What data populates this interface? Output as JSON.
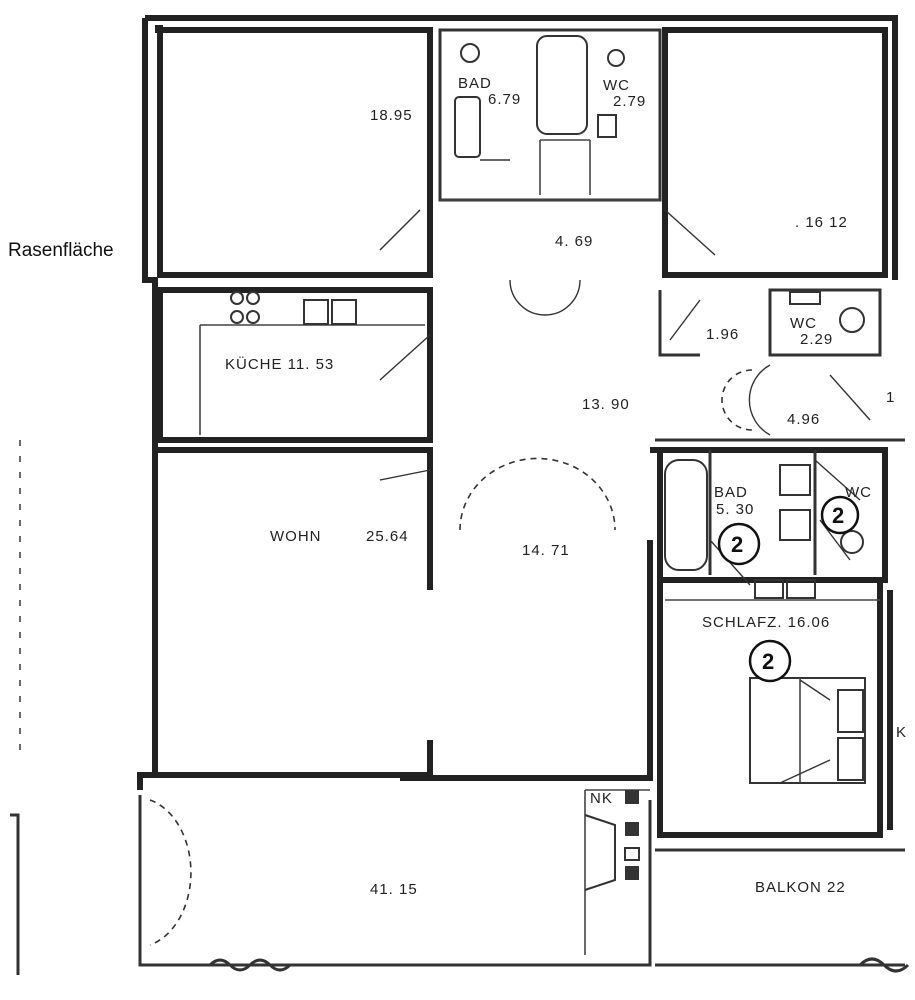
{
  "outside_label": "Rasenfläche",
  "rooms": {
    "room_top_left": "18.95",
    "bad_top_name": "BAD",
    "bad_top_area": "6.79",
    "wc_top_name": "WC",
    "wc_top_area": "2.79",
    "room_top_right": ". 16 12",
    "hall_top": "4. 69",
    "kueche": "KÜCHE 11. 53",
    "hall_mid_small": "1.96",
    "wc_right_name": "WC",
    "wc_right_area": "2.29",
    "hall_center": "13. 90",
    "hall_right": "4.96",
    "hall_right_edge": "1",
    "bad_right_name": "BAD",
    "bad_right_area": "5. 30",
    "wc_right2_name": "WC",
    "wohn": "WOHN",
    "wohn_area": "25.64",
    "essen": "14. 71",
    "schlafz": "SCHLAFZ. 16.06",
    "terrace": "41. 15",
    "nk": "NK",
    "balkon": "BALKON  22",
    "edge_k": "K"
  },
  "badges": [
    "2",
    "2",
    "2"
  ]
}
